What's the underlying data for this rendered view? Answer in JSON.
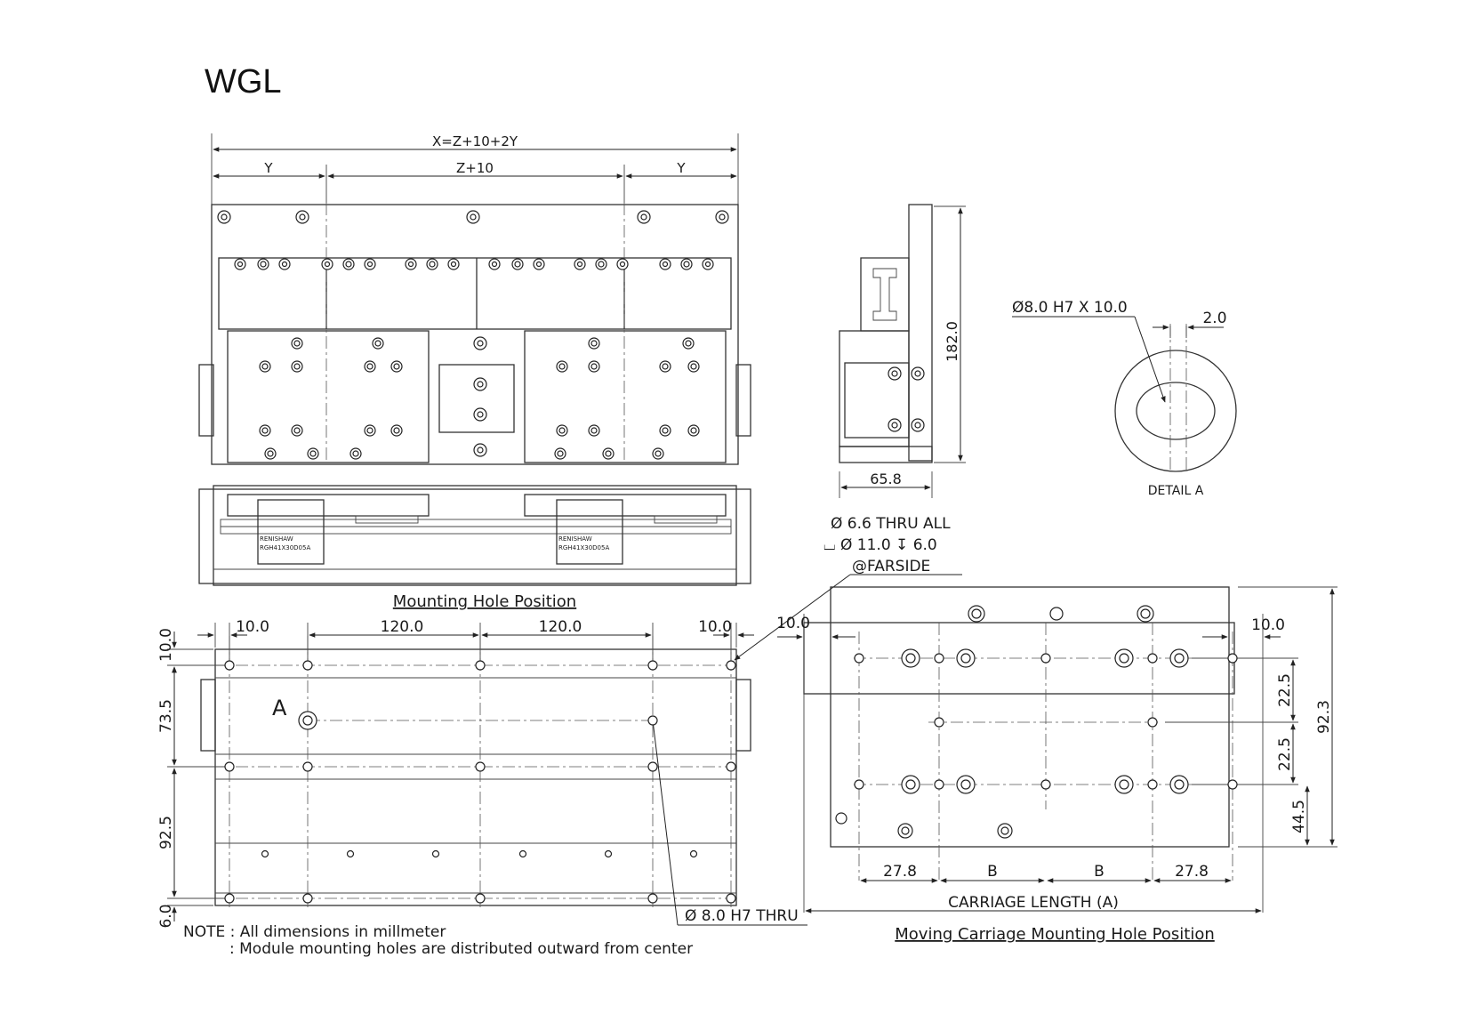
{
  "title": "WGL",
  "top_view": {
    "overall_dim": "X=Z+10+2Y",
    "left_dim": "Y",
    "center_dim": "Z+10",
    "right_dim": "Y"
  },
  "side_view": {
    "height_dim": "182.0",
    "width_dim": "65.8"
  },
  "detail_a": {
    "hole_callout": "Ø8.0  H7 X 10.0",
    "offset_dim": "2.0",
    "label": "DETAIL A"
  },
  "front_view": {
    "scale_label_1": "RENISHAW",
    "scale_part_1": "RGH41X30D05A",
    "scale_label_2": "RENISHAW",
    "scale_part_2": "RGH41X30D05A"
  },
  "mounting_hole_plan": {
    "caption": "Mounting Hole Position",
    "dims_top": [
      "10.0",
      "120.0",
      "120.0",
      "10.0"
    ],
    "dims_left": [
      "10.0",
      "73.5",
      "92.5",
      "6.0"
    ],
    "detail_marker": "A",
    "pin_callout": "Ø 8.0  H7 THRU"
  },
  "hole_callout": {
    "line1": "Ø 6.6 THRU ALL",
    "line2": "⌴ Ø 11.0 ↧ 6.0",
    "line3": "@FARSIDE"
  },
  "carriage_plan": {
    "caption": "Moving Carriage Mounting Hole Position",
    "left_offset": "10.0",
    "right_offset": "10.0",
    "dims_bottom": [
      "27.8",
      "B",
      "B",
      "27.8"
    ],
    "length_label": "CARRIAGE LENGTH (A)",
    "dims_right": [
      "22.5",
      "22.5",
      "44.5"
    ],
    "overall_height": "92.3"
  },
  "notes": {
    "line1": "NOTE : All dimensions in millmeter",
    "line2": ": Module mounting holes are distributed outward from center"
  }
}
